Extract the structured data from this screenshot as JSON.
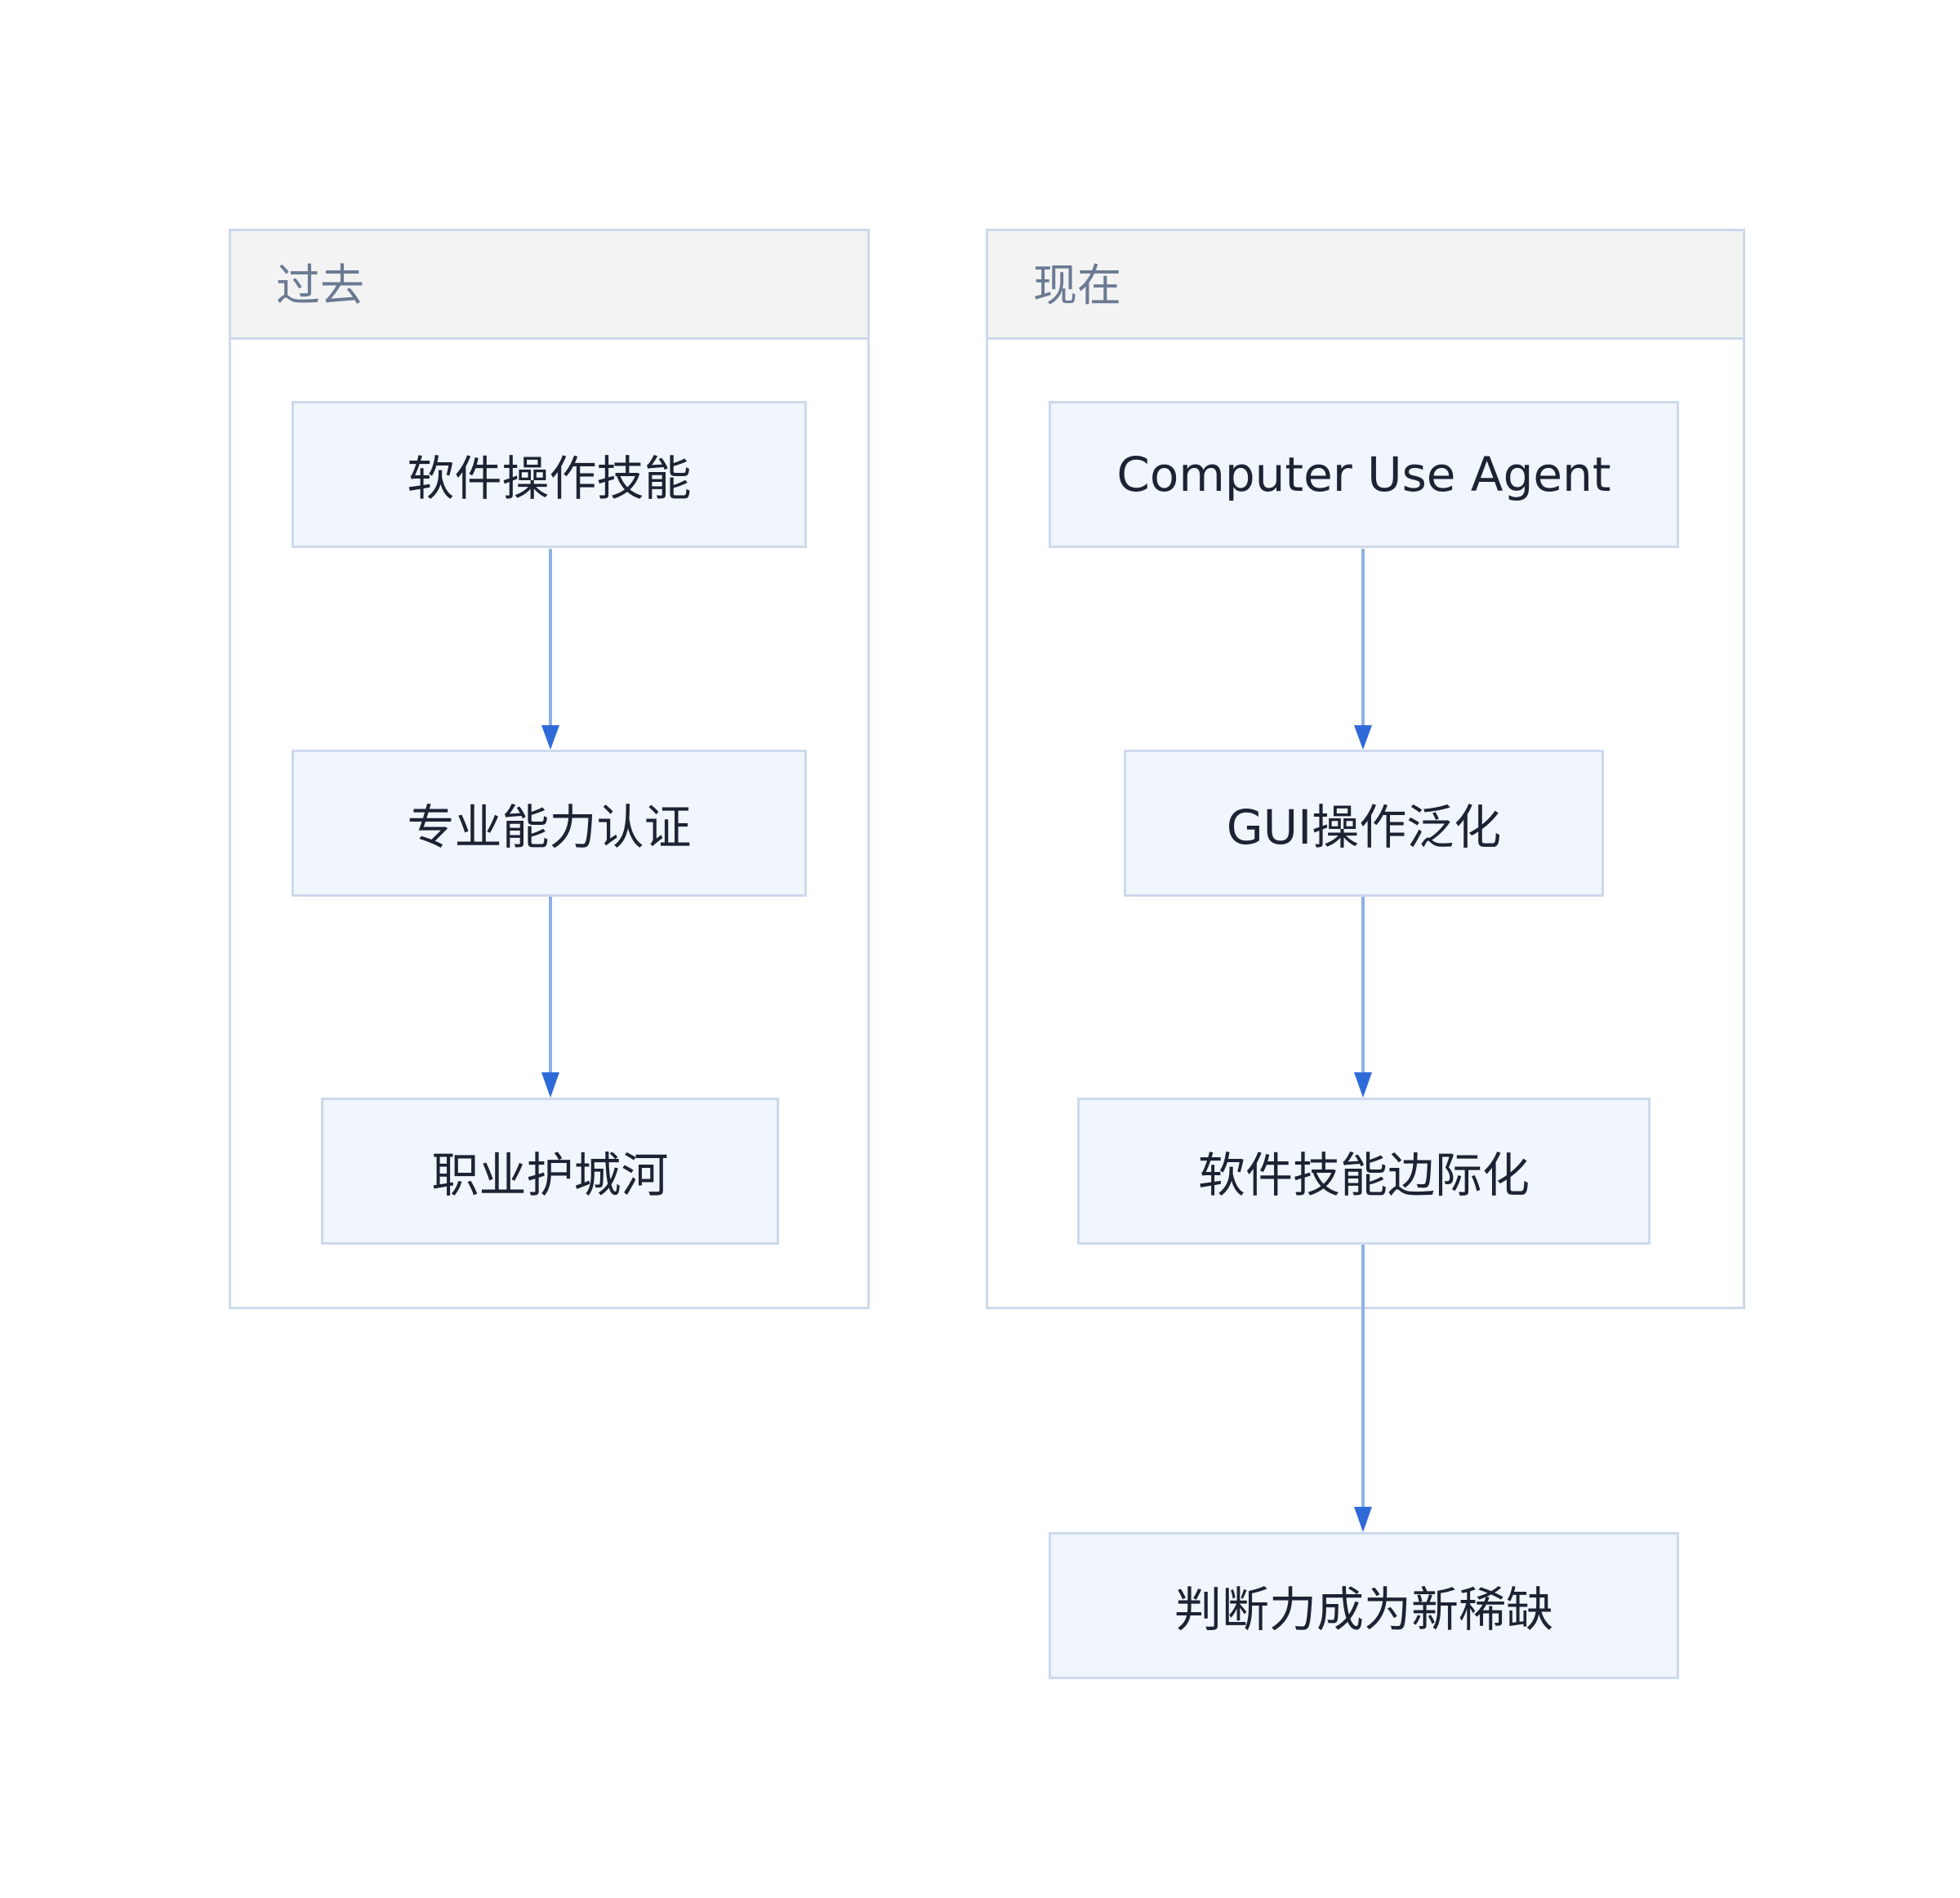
{
  "groups": {
    "past": {
      "title": "过去"
    },
    "present": {
      "title": "现在"
    }
  },
  "nodes": {
    "past_1": "软件操作技能",
    "past_2": "专业能力认证",
    "past_3": "职业护城河",
    "present_1": "Computer Use Agent",
    "present_2": "GUI操作泛化",
    "present_3": "软件技能边际化",
    "outcome": "判断力成为新稀缺"
  },
  "edges": [
    {
      "from": "past_1",
      "to": "past_2"
    },
    {
      "from": "past_2",
      "to": "past_3"
    },
    {
      "from": "present_1",
      "to": "present_2"
    },
    {
      "from": "present_2",
      "to": "present_3"
    },
    {
      "from": "present_3",
      "to": "outcome"
    }
  ],
  "colors": {
    "edge_line": "#8fb0e6",
    "arrow_head": "#2f6bd8",
    "node_fill": "#f1f5fc",
    "node_border": "#cdd9ec",
    "group_header_fill": "#f3f3f3"
  }
}
